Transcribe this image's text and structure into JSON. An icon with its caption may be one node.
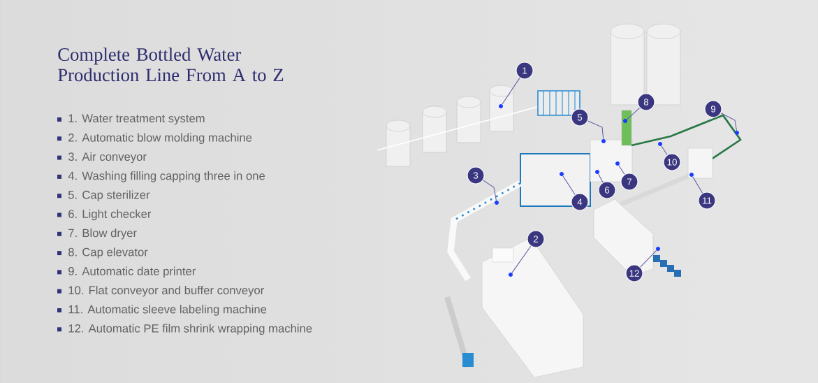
{
  "diagram": {
    "title": "Complete Bottled Water Production Line From A to Z",
    "nodes": [
      {
        "text": [
          "1"
        ]
      },
      {
        "text": [
          "2"
        ]
      },
      {
        "text": [
          "3"
        ]
      },
      {
        "text": [
          "4"
        ]
      },
      {
        "text": [
          "5"
        ]
      },
      {
        "text": [
          "6"
        ]
      },
      {
        "text": [
          "7"
        ]
      },
      {
        "text": [
          "8"
        ]
      },
      {
        "text": [
          "9"
        ]
      },
      {
        "text": [
          "10"
        ]
      },
      {
        "text": [
          "11"
        ]
      },
      {
        "text": [
          "12"
        ]
      },
      {
        "text": [],
        "shape": "circle"
      },
      {
        "text": [],
        "shape": "circle"
      },
      {
        "text": [],
        "shape": "circle"
      },
      {
        "text": [],
        "shape": "circle"
      },
      {
        "text": [],
        "shape": "circle"
      },
      {
        "text": [],
        "shape": "circle"
      },
      {
        "text": [],
        "shape": "circle"
      },
      {
        "text": [],
        "shape": "circle"
      },
      {
        "text": [],
        "shape": "circle"
      },
      {
        "text": [],
        "shape": "circle"
      },
      {
        "text": [],
        "shape": "circle"
      },
      {
        "text": [],
        "shape": "circle"
      }
    ],
    "edges": [
      {
        "from": 0,
        "to": 12,
        "arrow": "none"
      },
      {
        "from": 1,
        "to": 13,
        "arrow": "none"
      },
      {
        "from": 2,
        "to": 14,
        "arrow": "none"
      },
      {
        "from": 3,
        "to": 15,
        "arrow": "none"
      },
      {
        "from": 4,
        "to": 16,
        "arrow": "none"
      },
      {
        "from": 5,
        "to": 17,
        "arrow": "none"
      },
      {
        "from": 6,
        "to": 18,
        "arrow": "none"
      },
      {
        "from": 7,
        "to": 19,
        "arrow": "none"
      },
      {
        "from": 8,
        "to": 20,
        "arrow": "none"
      },
      {
        "from": 9,
        "to": 21,
        "arrow": "none"
      },
      {
        "from": 10,
        "to": 22,
        "arrow": "none"
      },
      {
        "from": 11,
        "to": 23,
        "arrow": "none"
      }
    ],
    "labels": [
      "1. Water treatment system",
      "2. Automatic blow molding machine",
      "3. Air conveyor",
      "4. Washing filling capping three in one",
      "5. Cap sterilizer",
      "6. Light checker",
      "7. Blow dryer",
      "8. Cap elevator",
      "9. Automatic date printer",
      "10. Flat conveyor and buffer conveyor",
      "11. Automatic sleeve labeling machine",
      "12. Automatic PE film shrink wrapping machine"
    ]
  }
}
